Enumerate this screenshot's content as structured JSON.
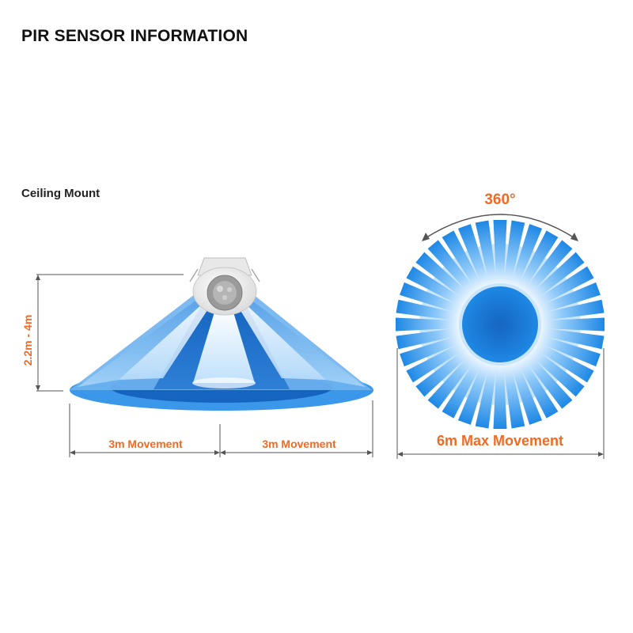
{
  "page": {
    "title": "PIR SENSOR INFORMATION",
    "mount_label": "Ceiling Mount"
  },
  "side_view": {
    "height_label": "2.2m - 4m",
    "left_width_label": "3m Movement",
    "right_width_label": "3m Movement"
  },
  "top_view": {
    "angle_label": "360°",
    "diameter_label": "6m Max Movement",
    "ray_count": 36
  },
  "colors": {
    "accent": "#f26a21",
    "blue_dark": "#1565c0",
    "blue_mid": "#1e88e5",
    "blue_light": "#90caf9",
    "line": "#555555"
  }
}
